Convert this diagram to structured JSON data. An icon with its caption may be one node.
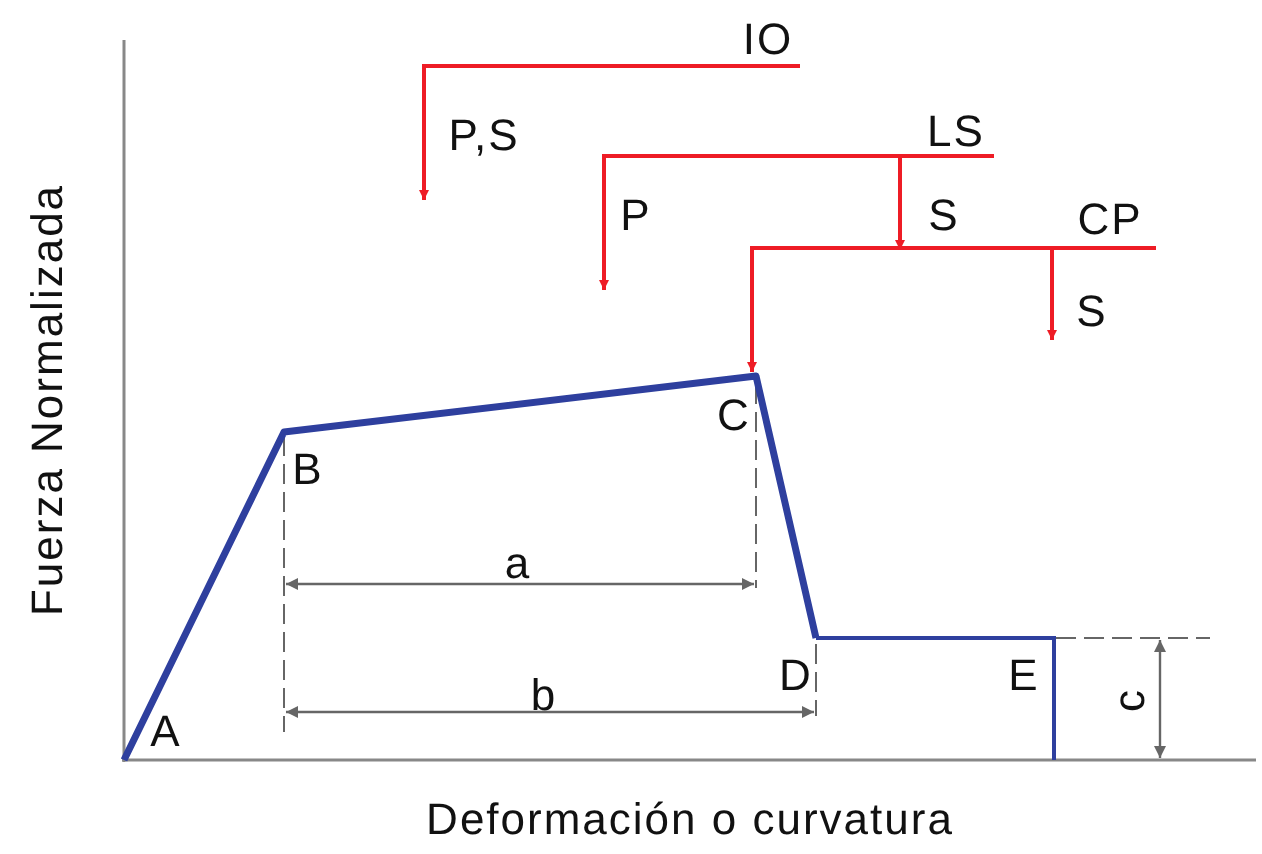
{
  "diagram": {
    "labels": [
      "IO",
      "P,S",
      "LS",
      "P",
      "S",
      "CP",
      "S",
      "C",
      "B",
      "a",
      "D",
      "b",
      "E",
      "c",
      "A",
      "Fuerza Normalizada",
      "Deformación o curvatura"
    ]
  }
}
